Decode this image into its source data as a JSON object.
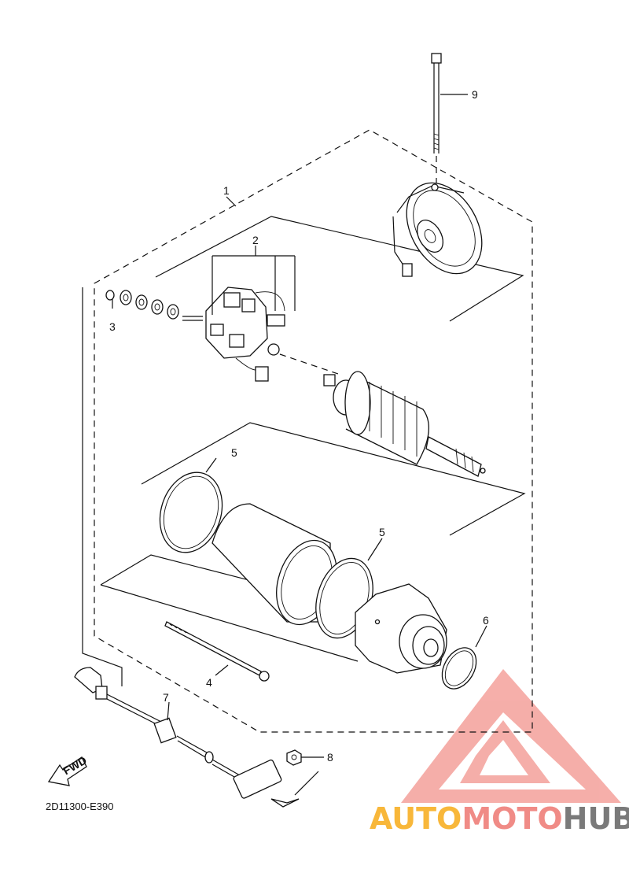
{
  "callouts": {
    "c1": "1",
    "c2": "2",
    "c3": "3",
    "c4": "4",
    "c5a": "5",
    "c5b": "5",
    "c6": "6",
    "c7": "7",
    "c8": "8",
    "c9": "9"
  },
  "fwd_label": "FWD",
  "diagram_code": "2D11300-E390",
  "watermark": {
    "part1": "AUTO",
    "part2": "MOTO",
    "part3": "HUB",
    "colors": {
      "auto": "#f8b73a",
      "moto": "#f08b86",
      "hub": "#7a7a7a",
      "logo": "#f4a19b"
    }
  }
}
